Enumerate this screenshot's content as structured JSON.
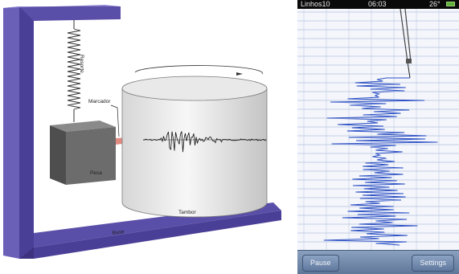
{
  "illustration": {
    "labels": {
      "spring": "Resorte",
      "marker": "Marcador",
      "mass": "Pesa",
      "drum": "Tambor",
      "base": "Base"
    }
  },
  "phone": {
    "status_bar": {
      "carrier": "Linhos10",
      "time": "06:03",
      "temperature": "26°"
    },
    "toolbar": {
      "pause_label": "Pause",
      "settings_label": "Settings"
    }
  },
  "colors": {
    "frame": "#5a4fa8",
    "trace": "#2b4fc4",
    "grid": "#b3c1dd",
    "toolbar": "#6d84a8",
    "mass": "#6c6c6c"
  }
}
